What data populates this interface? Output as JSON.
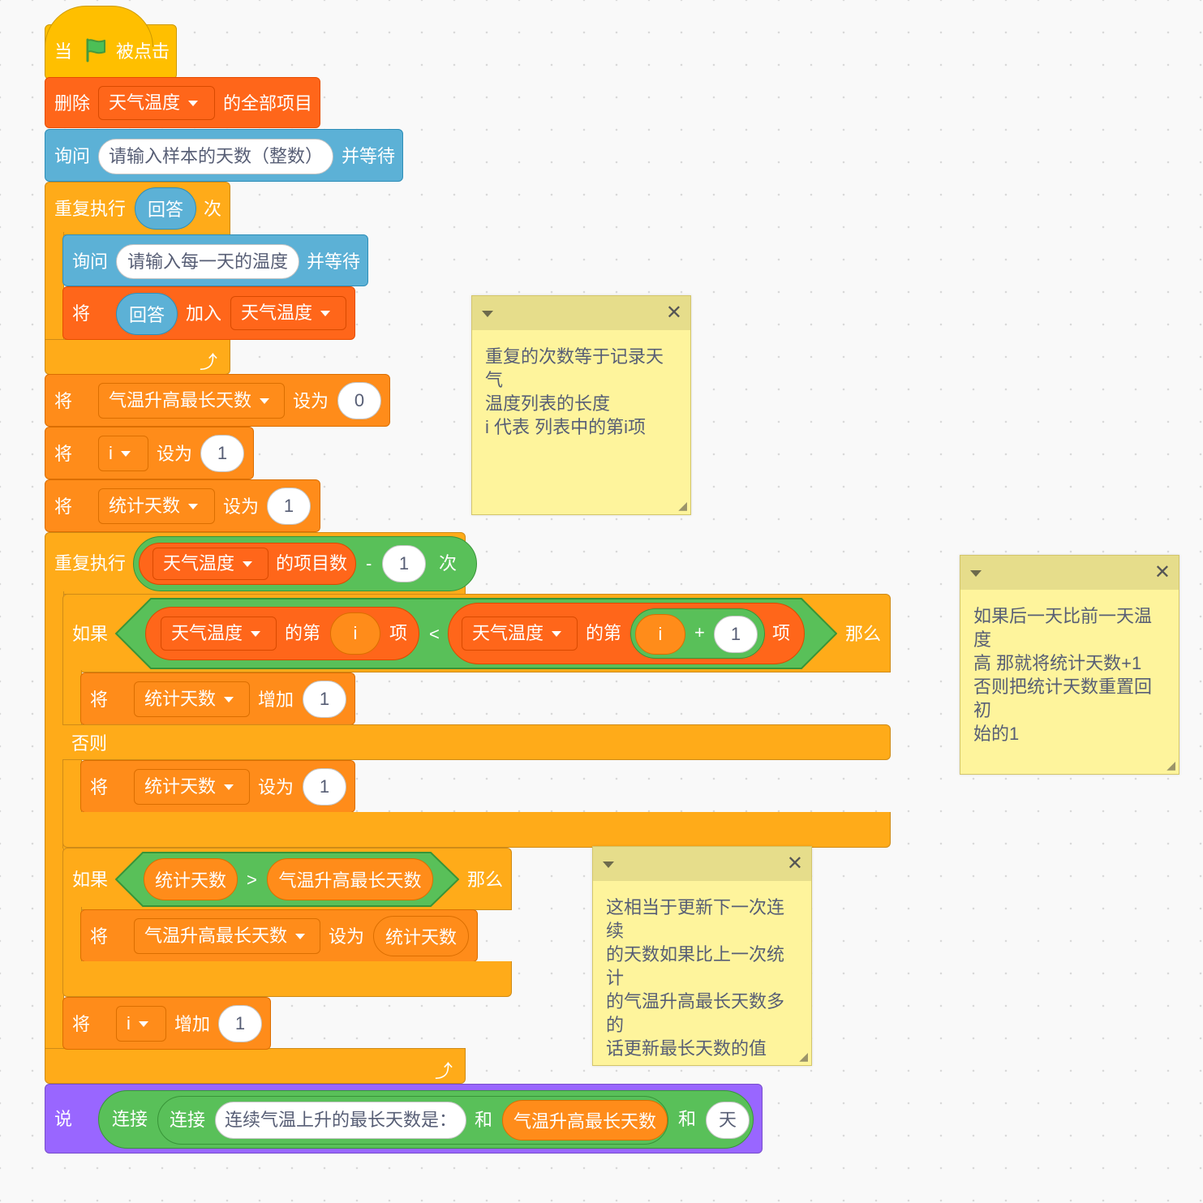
{
  "when_flag": {
    "when": "当",
    "clicked": "被点击",
    "flag_icon": "green-flag-icon"
  },
  "delete_all": {
    "prefix": "删除",
    "list": "天气温度",
    "suffix": "的全部项目"
  },
  "ask1": {
    "prefix": "询问",
    "question": "请输入样本的天数（整数）",
    "suffix": "并等待"
  },
  "repeat1": {
    "prefix": "重复执行",
    "count": "回答",
    "suffix": "次"
  },
  "ask2": {
    "prefix": "询问",
    "question": "请输入每一天的温度",
    "suffix": "并等待"
  },
  "add_item": {
    "prefix": "将",
    "value": "回答",
    "mid": "加入",
    "list": "天气温度"
  },
  "set_max": {
    "prefix": "将",
    "var": "气温升高最长天数",
    "mid": "设为",
    "value": "0"
  },
  "set_i": {
    "prefix": "将",
    "var": "i",
    "mid": "设为",
    "value": "1"
  },
  "set_count": {
    "prefix": "将",
    "var": "统计天数",
    "mid": "设为",
    "value": "1"
  },
  "repeat2": {
    "prefix": "重复执行",
    "list": "天气温度",
    "length_label": "的项目数",
    "minus": "-",
    "minus_value": "1",
    "suffix": "次"
  },
  "if1": {
    "if_label": "如果",
    "list_a": "天气温度",
    "item_of": "的第",
    "index_a": "i",
    "item_suffix": "项",
    "lt": "<",
    "list_b": "天气温度",
    "index_b": "i",
    "plus": "+",
    "plus_value": "1",
    "then_label": "那么",
    "change": {
      "prefix": "将",
      "var": "统计天数",
      "mid": "增加",
      "value": "1"
    },
    "else_label": "否则",
    "reset": {
      "prefix": "将",
      "var": "统计天数",
      "mid": "设为",
      "value": "1"
    }
  },
  "if2": {
    "if_label": "如果",
    "left": "统计天数",
    "gt": ">",
    "right": "气温升高最长天数",
    "then_label": "那么",
    "set": {
      "prefix": "将",
      "var": "气温升高最长天数",
      "mid": "设为",
      "value": "统计天数"
    }
  },
  "change_i": {
    "prefix": "将",
    "var": "i",
    "mid": "增加",
    "value": "1"
  },
  "say": {
    "prefix": "说",
    "join_outer": "连接",
    "join_inner": "连接",
    "text1": "连续气温上升的最长天数是：",
    "and1": "和",
    "var": "气温升高最长天数",
    "and2": "和",
    "text2": "天"
  },
  "notes": [
    {
      "text": "重复的次数等于记录天气\n温度列表的长度\ni 代表 列表中的第i项"
    },
    {
      "text": "如果后一天比前一天温度\n高 那就将统计天数+1\n否则把统计天数重置回初\n始的1"
    },
    {
      "text": "这相当于更新下一次连续\n的天数如果比上一次统计\n的气温升高最长天数多的\n话更新最长天数的值"
    }
  ],
  "colors": {
    "events": "#ffbf00",
    "lists": "#ff661a",
    "sensing": "#5cb1d6",
    "control": "#ffab19",
    "variables": "#ff8c1a",
    "operators": "#59c059",
    "looks": "#9966ff",
    "note": "#fef49c"
  }
}
